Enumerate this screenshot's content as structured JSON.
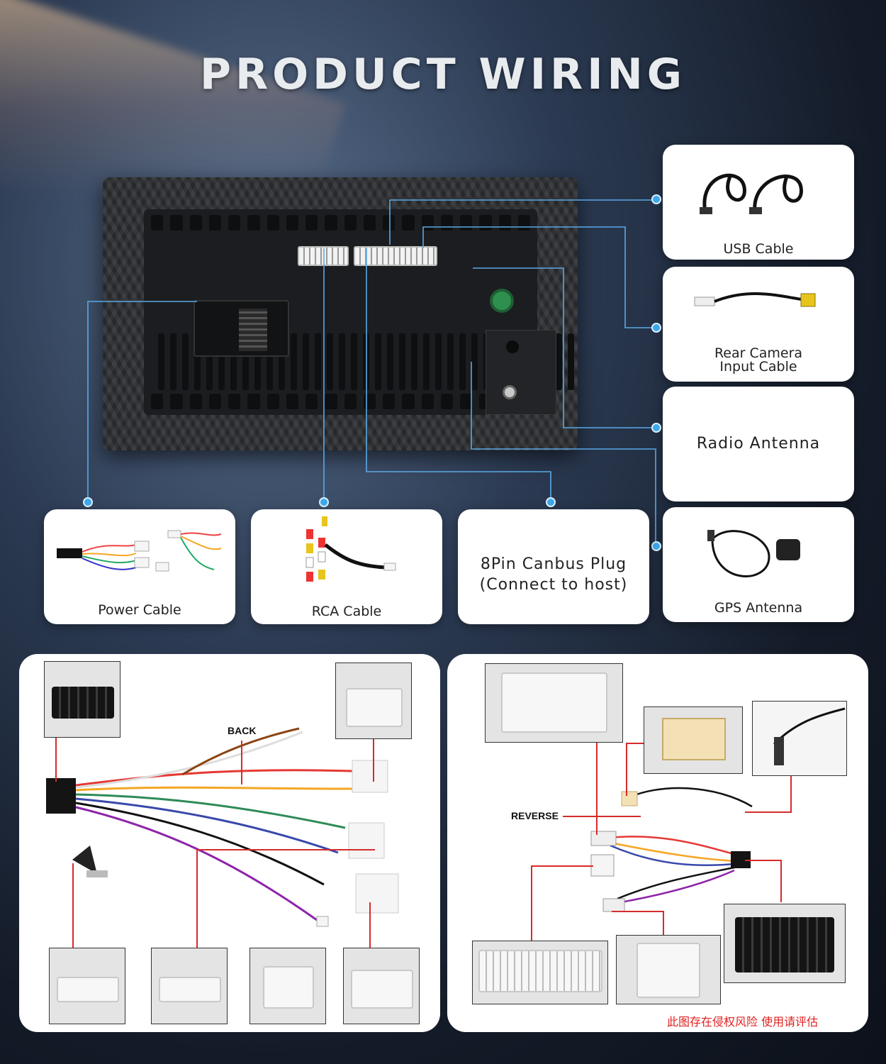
{
  "title": "PRODUCT WIRING",
  "accent_color": "#3ea7ea",
  "callout_color": "#d62b2b",
  "cards": {
    "usb": "USB Cable",
    "rear_camera_line1": "Rear Camera",
    "rear_camera_line2": "Input Cable",
    "radio_antenna": "Radio Antenna",
    "gps": "GPS Antenna",
    "power": "Power Cable",
    "rca": "RCA Cable",
    "canbus_line1": "8Pin Canbus Plug",
    "canbus_line2": "(Connect to host)"
  },
  "left_panel": {
    "back_label": "BACK"
  },
  "right_panel": {
    "reverse_label": "REVERSE",
    "watermark": "此图存在侵权风险 使用请评估"
  }
}
